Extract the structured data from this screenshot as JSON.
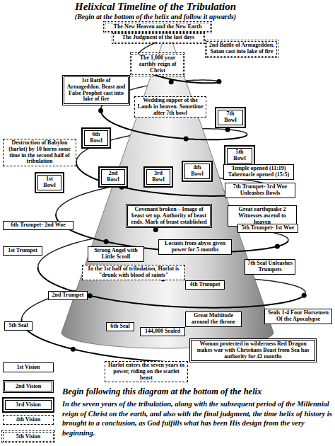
{
  "diagram": {
    "title": "Helixical Timeline of the Tribulation",
    "caption": "In the seven years of the tribulation, along with the subsequent period of the Millennial reign of Christ on the earth, and also with the final judgment, the time helix of history is brought to a conclusion, as God fulfills what has been His design from the very beginning.",
    "nodes": [
      {
        "text": [
          "The New Heaven and the New Earth"
        ]
      },
      {
        "text": [
          "The Judgment of the last days"
        ]
      },
      {
        "text": [
          "2nd Battle of Armageddon. Satan cast into lake of fire"
        ]
      },
      {
        "text": [
          "The 1,000 year earthly reign of Christ"
        ]
      },
      {
        "text": [
          "1st Battle of Armageddon. Beast and False Prophet cast into lake of fire"
        ]
      },
      {
        "text": [
          "Wedding supper of the Lamb in heaven. Sometime after 7th bowl"
        ]
      },
      {
        "text": [
          "7th Bowl"
        ]
      },
      {
        "text": [
          "6th Bowl"
        ]
      },
      {
        "text": [
          "Destruction of Babylon (harlot) by 10 horns some time in the second half of tribulation"
        ]
      },
      {
        "text": [
          "5th Bowl"
        ]
      },
      {
        "text": [
          "1st Bowl"
        ]
      },
      {
        "text": [
          "2nd Bowl"
        ]
      },
      {
        "text": [
          "3rd Bowl"
        ]
      },
      {
        "text": [
          "4th Bowl"
        ]
      },
      {
        "text": [
          "Temple opened (11:19) Tabernacle opened (15:5)"
        ]
      },
      {
        "text": [
          "7th Trumpet- 3rd Woe Unleashes Bowls"
        ]
      },
      {
        "text": [
          "Covenant broken – Image of beast set up. Authority of beast ends. Mark of beast established"
        ]
      },
      {
        "text": [
          "Great earthquake 2 Witnesses ascend to heaven"
        ]
      },
      {
        "text": [
          "6th Trumpet- 2nd Woe"
        ]
      },
      {
        "text": [
          "5th Trumpet- 1st Woe"
        ]
      },
      {
        "text": [
          "1st Trumpet"
        ]
      },
      {
        "text": [
          "Strong Angel with Little Scroll"
        ]
      },
      {
        "text": [
          "Locusts from abyss given power for 5 months"
        ]
      },
      {
        "text": [
          "7th Seal Unleashes Trumpets"
        ]
      },
      {
        "text": [
          "In the 1st half of tribulation, Harlot is \"drunk with blood of saints\""
        ]
      },
      {
        "text": [
          "4th Trumpet"
        ]
      },
      {
        "text": [
          "2nd Trumpet"
        ]
      },
      {
        "text": [
          "Great Multitude around the throne"
        ]
      },
      {
        "text": [
          "Seals 1-4 Four Horsemen Of the Apocalypse"
        ]
      },
      {
        "text": [
          "5th Seal"
        ]
      },
      {
        "text": [
          "6th Seal"
        ]
      },
      {
        "text": [
          "144,000 Sealed"
        ]
      },
      {
        "text": [
          "Woman protected in wilderness Red Dragon makes war with Christians Beast from Sea has authority for 42 months"
        ]
      },
      {
        "text": [
          "Harlot enters the seven years in power, riding on the scarlet beast"
        ]
      }
    ],
    "labels": [
      "(Begin at the bottom of the helix and follow it upwards)",
      "Begin following this diagram at the bottom of the helix"
    ],
    "legend": [
      {
        "text": "1st Vision"
      },
      {
        "text": "2nd Vision"
      },
      {
        "text": "3rd Vision"
      },
      {
        "text": "4th Vision"
      },
      {
        "text": "5th Vision"
      }
    ]
  }
}
